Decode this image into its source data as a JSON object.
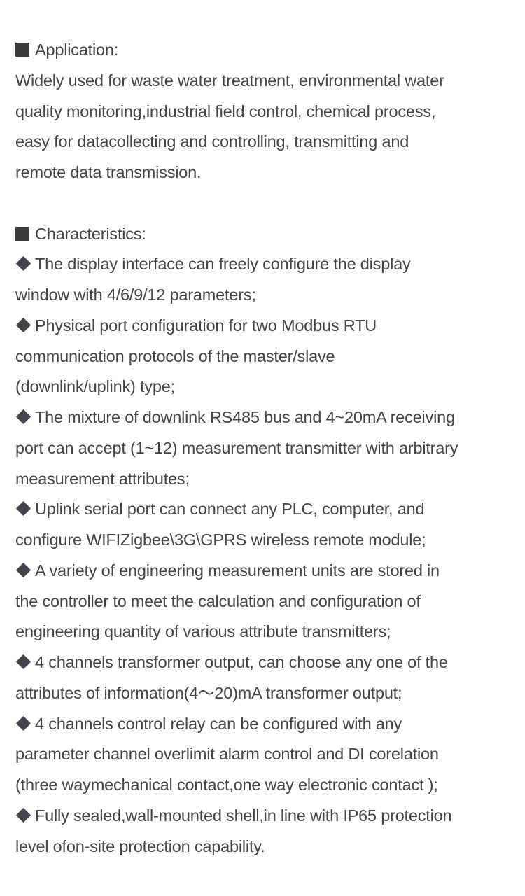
{
  "application": {
    "heading": "Application:",
    "lines": [
      "Widely used for waste water treatment, environmental water",
      "quality monitoring,industrial field control, chemical process,",
      "easy for datacollecting and controlling, transmitting and",
      "remote data transmission."
    ]
  },
  "characteristics": {
    "heading": "Characteristics:",
    "items": [
      {
        "first": "The display interface can freely configure the display",
        "rest": [
          "window with 4/6/9/12 parameters;"
        ]
      },
      {
        "first": "Physical port configuration for two Modbus RTU",
        "rest": [
          "communication protocols of the master/slave",
          "(downlink/uplink) type;"
        ]
      },
      {
        "first": "The mixture of downlink RS485 bus and 4~20mA receiving",
        "rest": [
          "port can accept (1~12) measurement transmitter with arbitrary",
          "measurement attributes;"
        ]
      },
      {
        "first": "Uplink serial port can connect any PLC, computer, and",
        "rest": [
          "configure WIFIZigbee\\3G\\GPRS wireless remote module;"
        ]
      },
      {
        "first": "A variety of engineering measurement units are stored in",
        "rest": [
          "the controller to meet the calculation and configuration of",
          "engineering quantity of various attribute transmitters;"
        ]
      },
      {
        "first": "4 channels transformer output, can choose any one of the",
        "rest": [
          "attributes of information(4〜20)mA transformer output;"
        ]
      },
      {
        "first": "4 channels control relay can be configured with any",
        "rest": [
          "parameter channel overlimit alarm control and DI corelation",
          "(three waymechanical contact,one way electronic contact );"
        ]
      },
      {
        "first": "Fully sealed,wall-mounted shell,in line with IP65 protection",
        "rest": [
          "level ofon-site protection capability."
        ]
      }
    ]
  }
}
